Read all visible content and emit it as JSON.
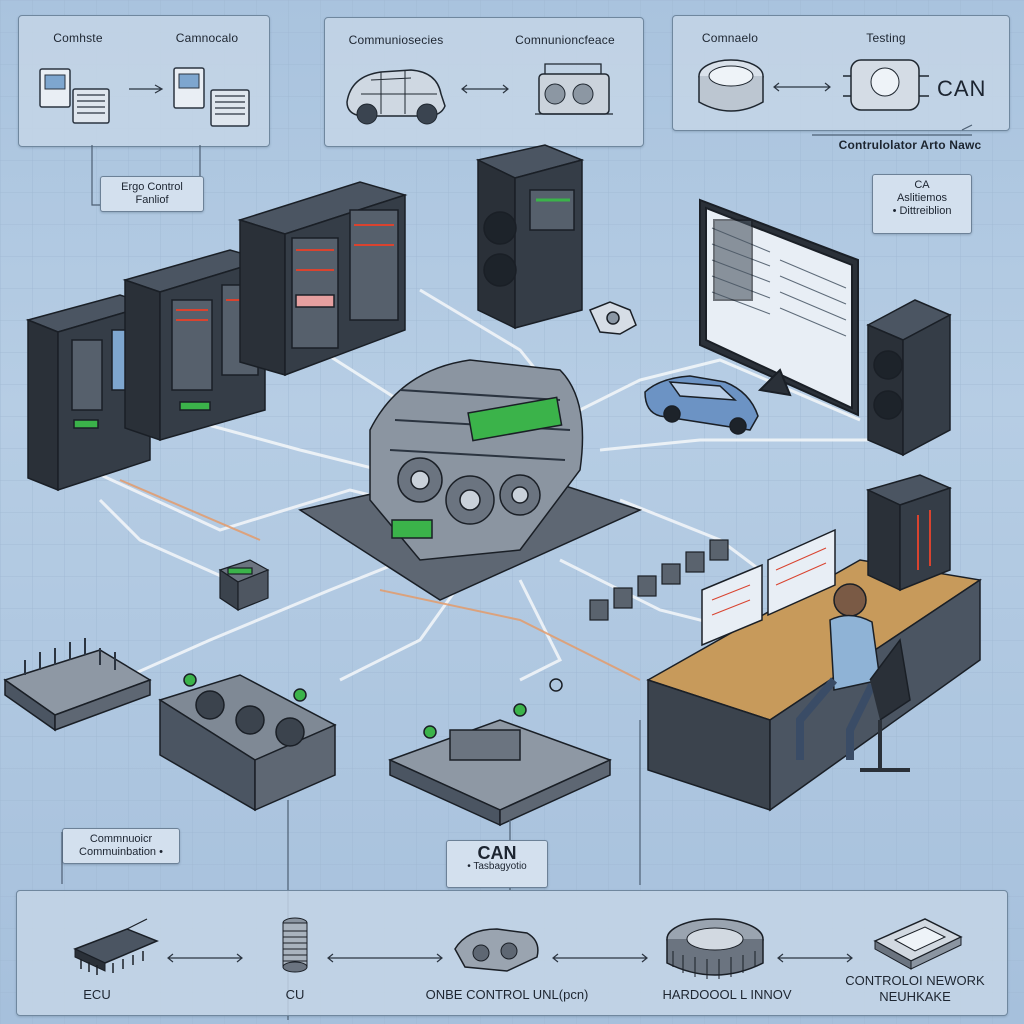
{
  "top_left_panel": {
    "left_label": "Comhste",
    "right_label": "Camnocalo"
  },
  "top_center_panel": {
    "left_label": "Communiosecies",
    "right_label": "Comnunioncfeace"
  },
  "top_right_panel": {
    "left_label": "Comnaelo",
    "right_label": "Testing",
    "can_label": "CAN",
    "sub_label": "Contrulolator Arto Nawc"
  },
  "callouts": {
    "engine_control": {
      "line1": "Ergo Control",
      "line2": "Fanliof"
    },
    "ca_box": {
      "line1": "CA",
      "line2": "Aslitiemos",
      "line3": "• Dittreiblion"
    },
    "communication": {
      "line1": "Commnuoicr",
      "line2": "Commuinbation •"
    },
    "can_center": {
      "title": "CAN",
      "sub": "• Tasbagyotio"
    }
  },
  "footer": {
    "items": [
      {
        "label": "ECU"
      },
      {
        "label": "CU"
      },
      {
        "label": "ONBE CONTROL UNL(pcn)"
      },
      {
        "label": "HARDOOOL L INNOV"
      },
      {
        "label_line1": "CONTROLOI NEWORK",
        "label_line2": "NEUHKAKE"
      }
    ]
  },
  "colors": {
    "background": "#a9c3de",
    "panel": "#c4d5e6",
    "panel_border": "#6f879e",
    "server_dark": "#2f3640",
    "accent_green": "#3bb34a",
    "accent_red": "#d9432f",
    "wire": "#eef3f8",
    "wire_orange": "#e39b6b",
    "desk": "#c79a5b"
  },
  "icons": [
    "server-rack-icon",
    "engine-icon",
    "monitor-icon",
    "speaker-icon",
    "car-icon",
    "chip-icon",
    "coil-icon",
    "gear-icon",
    "workstation-icon",
    "operator-figure-icon"
  ]
}
